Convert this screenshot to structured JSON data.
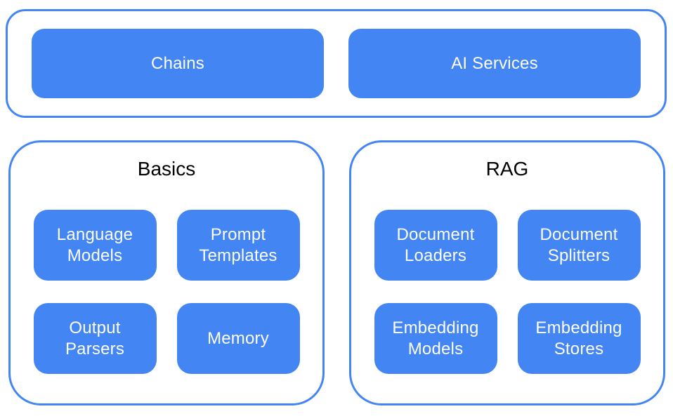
{
  "colors": {
    "box-fill": "#4385F3",
    "container-border": "#4385F3",
    "box-text": "#FFFFFF",
    "title-text": "#000000",
    "background": "#FFFFFF"
  },
  "top_group": {
    "items": [
      {
        "label": "Chains"
      },
      {
        "label": "AI Services"
      }
    ]
  },
  "groups": [
    {
      "title": "Basics",
      "items": [
        {
          "label": "Language Models"
        },
        {
          "label": "Prompt Templates"
        },
        {
          "label": "Output Parsers"
        },
        {
          "label": "Memory"
        }
      ]
    },
    {
      "title": "RAG",
      "items": [
        {
          "label": "Document Loaders"
        },
        {
          "label": "Document Splitters"
        },
        {
          "label": "Embedding Models"
        },
        {
          "label": "Embedding Stores"
        }
      ]
    }
  ]
}
